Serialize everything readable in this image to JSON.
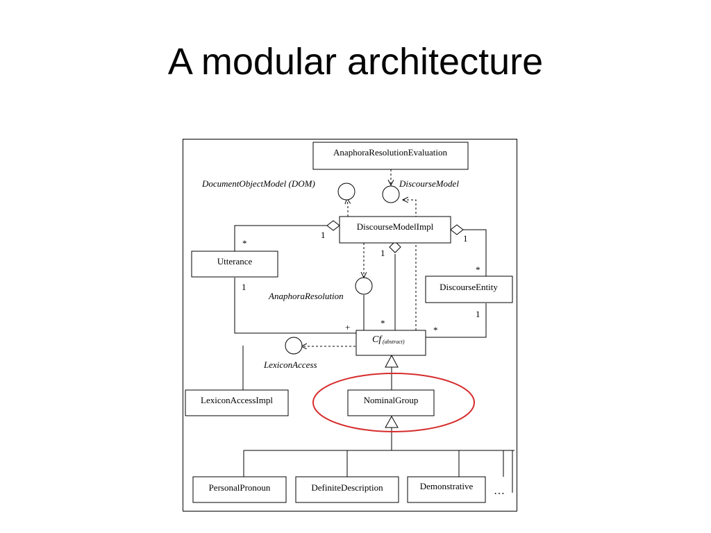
{
  "slide": {
    "title": "A modular architecture"
  },
  "diagram": {
    "classes": {
      "anaphora_resolution_evaluation": "AnaphoraResolutionEvaluation",
      "discourse_model_impl": "DiscourseModelImpl",
      "utterance": "Utterance",
      "discourse_entity": "DiscourseEntity",
      "cf": "Cf",
      "cf_sub": "(abstract)",
      "lexicon_access_impl": "LexiconAccessImpl",
      "nominal_group": "NominalGroup",
      "personal_pronoun": "PersonalPronoun",
      "definite_description": "DefiniteDescription",
      "demonstrative": "Demonstrative"
    },
    "interfaces": {
      "document_object_model": "DocumentObjectModel (DOM)",
      "discourse_model": "DiscourseModel",
      "anaphora_resolution": "AnaphoraResolution",
      "lexicon_access": "LexiconAccess"
    },
    "multiplicities": {
      "dmi_left_1": "1",
      "utterance_top_star": "*",
      "utterance_bottom_1": "1",
      "dmi_right_1": "1",
      "entity_top_star": "*",
      "dmi_bottom_1": "1",
      "entity_bottom_1": "1",
      "cf_plus": "+",
      "cf_top_star": "*",
      "cf_right_star": "*"
    },
    "ellipsis": "…",
    "highlight_color": "#d62b2b"
  }
}
